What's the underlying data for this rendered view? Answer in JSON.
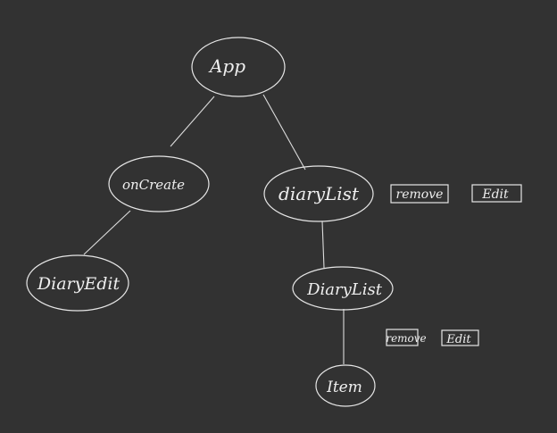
{
  "diagram": {
    "nodes": {
      "app": "App",
      "oncreate": "onCreate",
      "diaryedit": "DiaryEdit",
      "diarylist_top": "diaryList",
      "diarylist_mid": "DiaryList",
      "item": "Item"
    },
    "buttons": {
      "top_remove": "remove",
      "top_edit": "Edit",
      "mid_remove": "remove",
      "mid_edit": "Edit"
    }
  },
  "colors": {
    "background": "#323232",
    "stroke": "#e6e6e6",
    "text": "#efefef"
  }
}
